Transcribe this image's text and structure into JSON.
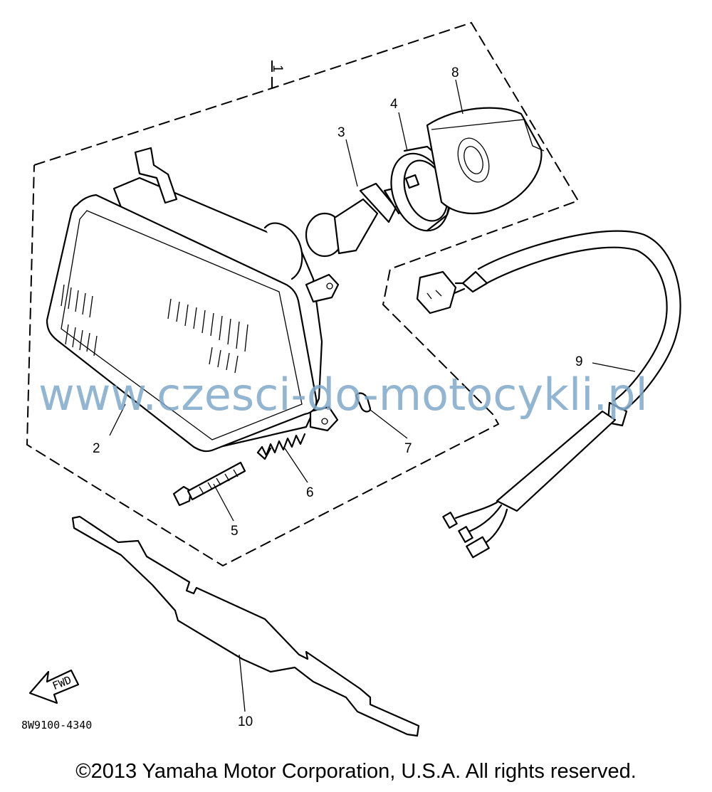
{
  "diagram": {
    "part_numbers": [
      "1",
      "2",
      "3",
      "4",
      "5",
      "6",
      "7",
      "8",
      "9",
      "10"
    ],
    "diagram_code": "8W9100-4340",
    "fwd_label": "FWD",
    "watermark": "www.czesci-do-motocykli.pl",
    "copyright": "©2013 Yamaha Motor Corporation, U.S.A. All rights reserved."
  }
}
